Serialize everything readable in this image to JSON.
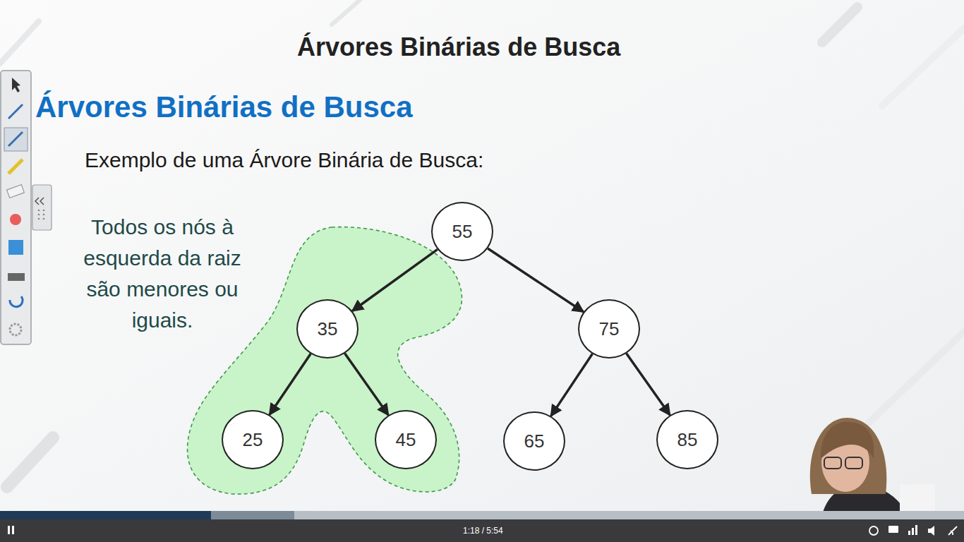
{
  "diagram": {
    "title": "Árvores Binárias de Busca",
    "nodes": [
      {
        "text": [
          "55"
        ]
      },
      {
        "text": [
          "35"
        ]
      },
      {
        "text": [
          "75"
        ]
      },
      {
        "text": [
          "25"
        ]
      },
      {
        "text": [
          "45"
        ]
      },
      {
        "text": [
          "65"
        ]
      },
      {
        "text": [
          "85"
        ]
      }
    ],
    "edges": [
      {
        "from": 0,
        "to": 1,
        "arrow": "to"
      },
      {
        "from": 0,
        "to": 2,
        "arrow": "to"
      },
      {
        "from": 1,
        "to": 3,
        "arrow": "to"
      },
      {
        "from": 1,
        "to": 4,
        "arrow": "to"
      },
      {
        "from": 2,
        "to": 5,
        "arrow": "to"
      },
      {
        "from": 2,
        "to": 6,
        "arrow": "to"
      }
    ],
    "labels": [
      "Árvores Binárias de Busca",
      "Exemplo de uma Árvore Binária de Busca:",
      "Todos os nós à esquerda da raiz são menores ou iguais.",
      "1:18 / 5:54"
    ]
  }
}
